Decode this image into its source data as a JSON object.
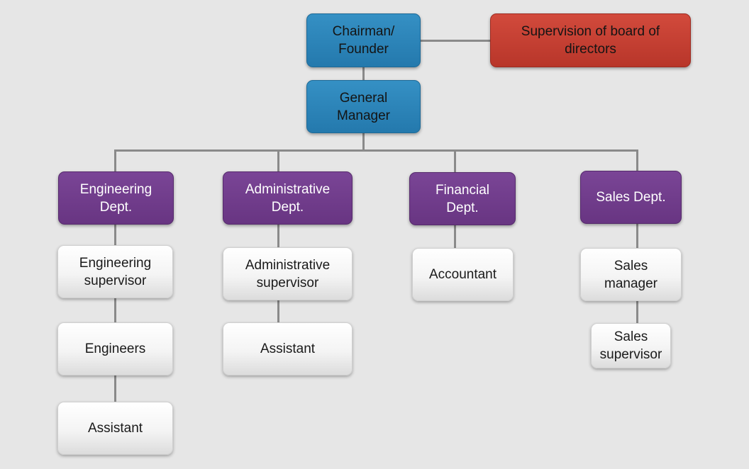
{
  "colors": {
    "background": "#e6e6e6",
    "leadership": "#2e86bd",
    "board": "#c53f33",
    "department": "#713d8c",
    "role": "#f2f2f2",
    "connector": "#8a8a8a"
  },
  "leadership": {
    "chairman": "Chairman/\nFounder",
    "general_manager": "General\nManager"
  },
  "board": {
    "supervision": "Supervision of board of\ndirectors"
  },
  "departments": {
    "engineering": {
      "name": "Engineering\nDept.",
      "roles": [
        "Engineering\nsupervisor",
        "Engineers",
        "Assistant"
      ]
    },
    "administrative": {
      "name": "Administrative\nDept.",
      "roles": [
        "Administrative\nsupervisor",
        "Assistant"
      ]
    },
    "financial": {
      "name": "Financial\nDept.",
      "roles": [
        "Accountant"
      ]
    },
    "sales": {
      "name": "Sales Dept.",
      "roles": [
        "Sales\nmanager",
        "Sales\nsupervisor"
      ]
    }
  }
}
